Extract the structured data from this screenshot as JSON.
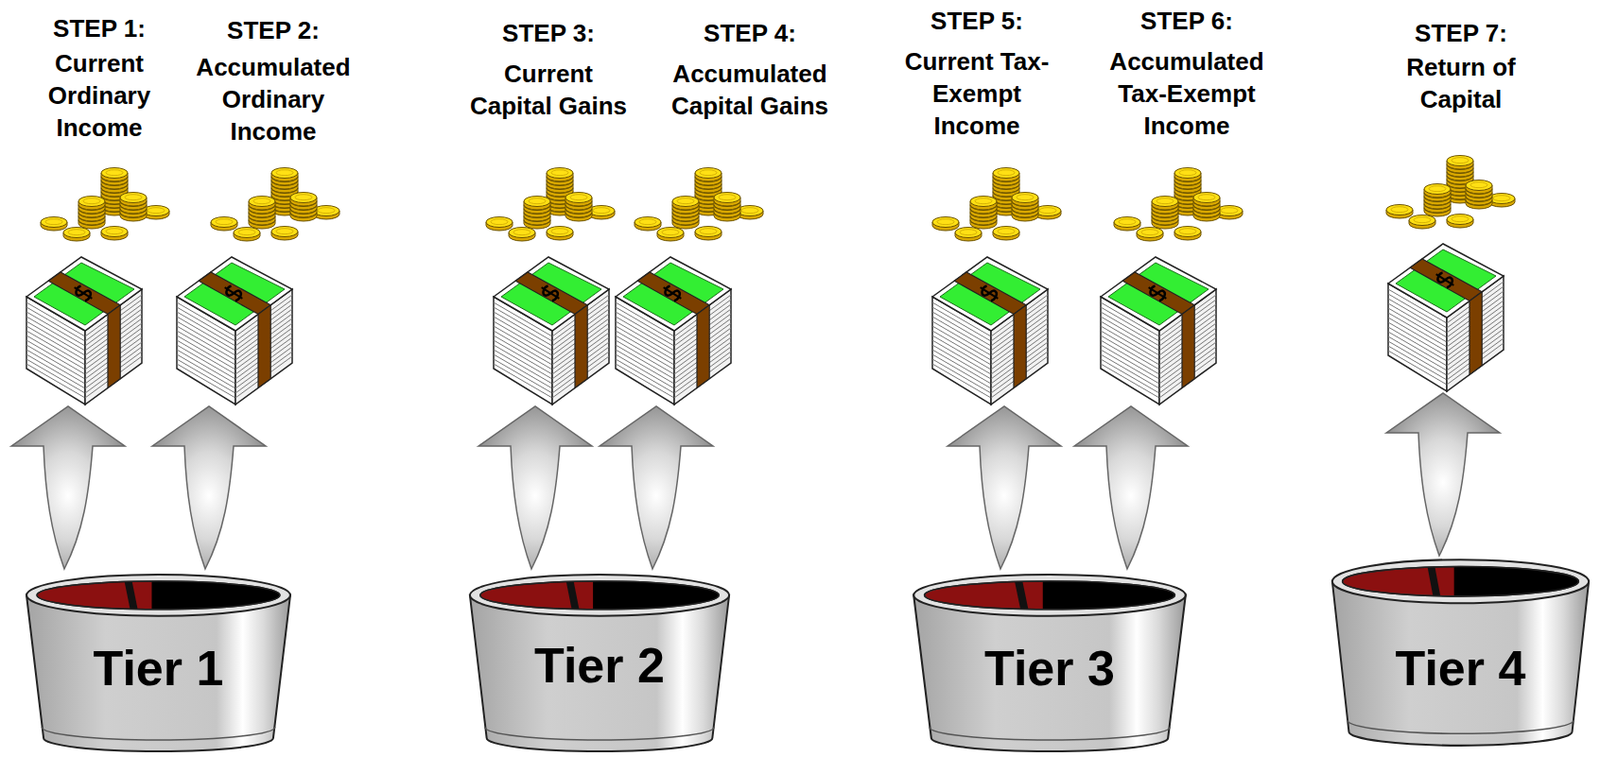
{
  "diagram": {
    "nodes": [
      {
        "text": [
          "Tier 1"
        ]
      },
      {
        "text": [
          "Tier 2"
        ]
      },
      {
        "text": [
          "Tier 3"
        ]
      },
      {
        "text": [
          "Tier 4"
        ]
      }
    ],
    "labels": [
      "STEP 1:",
      "Current Ordinary Income",
      "STEP 2:",
      "Accumulated Ordinary Income",
      "STEP 3:",
      "Current Capital Gains",
      "STEP 4:",
      "Accumulated Capital Gains",
      "STEP 5:",
      "Current Tax-Exempt Income",
      "STEP 6:",
      "Accumulated Tax-Exempt Income",
      "STEP 7:",
      "Return of Capital"
    ]
  }
}
